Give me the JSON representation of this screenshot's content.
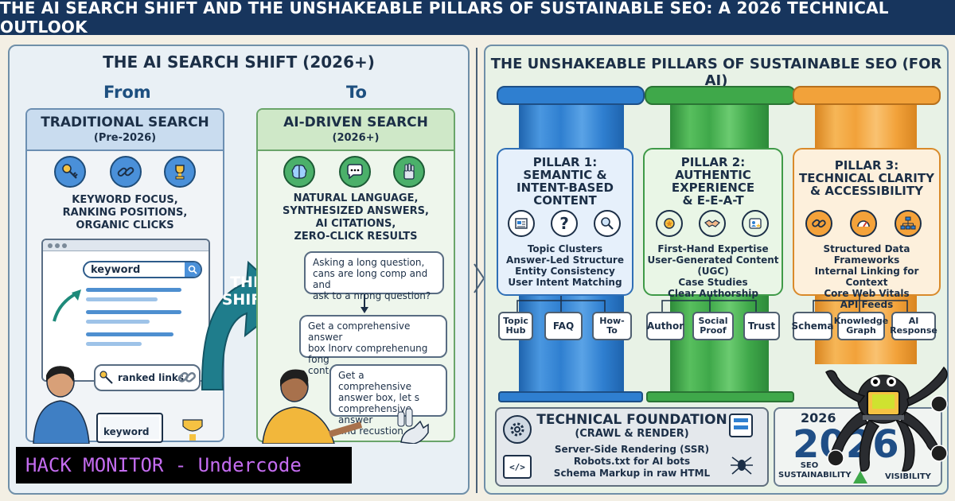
{
  "title": "THE AI SEARCH SHIFT AND THE UNSHAKEABLE PILLARS OF SUSTAINABLE SEO: A 2026 TECHNICAL OUTLOOK",
  "left": {
    "title": "THE AI SEARCH SHIFT (2026+)",
    "from_label": "From",
    "to_label": "To",
    "traditional": {
      "title": "TRADITIONAL SEARCH",
      "subtitle": "(Pre-2026)",
      "lines": [
        "KEYWORD FOCUS,",
        "RANKING POSITIONS,",
        "ORGANIC CLICKS"
      ],
      "search_text": "keyword",
      "ranked_links": "ranked links",
      "laptop_text": "keyword",
      "icons": [
        "key-icon",
        "link-icon",
        "trophy-icon"
      ]
    },
    "shift": [
      "THE",
      "SHIFT"
    ],
    "ai": {
      "title": "AI-DRIVEN SEARCH",
      "subtitle": "(2026+)",
      "lines": [
        "NATURAL LANGUAGE,",
        "SYNTHESIZED ANSWERS,",
        "AI CITATIONS,",
        "ZERO-CLICK RESULTS"
      ],
      "bubbles": [
        [
          "Asking a long question,",
          "cans are long comp and and",
          "ask to a nrong question?"
        ],
        [
          "Get a comprehensive answer",
          "box lnorv comprehenung fong",
          "content in your answer."
        ],
        [
          "Get a comprehensive",
          "answer box, let s",
          "comprehensive answer",
          "and recustion."
        ]
      ],
      "icons": [
        "brain-icon",
        "chat-icon",
        "robot-hand-icon"
      ]
    }
  },
  "right": {
    "title": "THE UNSHAKEABLE PILLARS OF SUSTAINABLE SEO (FOR AI)",
    "pillars": [
      {
        "title": [
          "PILLAR 1:",
          "SEMANTIC &",
          "INTENT-BASED",
          "CONTENT"
        ],
        "items": [
          "Topic Clusters",
          "Answer-Led Structure",
          "Entity Consistency",
          "User Intent Matching"
        ],
        "tags": [
          [
            "Topic",
            "Hub"
          ],
          [
            "FAQ"
          ],
          [
            "How-",
            "To"
          ]
        ],
        "color": "#2f7fd0",
        "bg": "#e6f0fb"
      },
      {
        "title": [
          "PILLAR 2:",
          "AUTHENTIC",
          "EXPERIENCE",
          "& E-E-A-T"
        ],
        "items": [
          "First-Hand Expertise",
          "User-Generated Content (UGC)",
          "Case Studies",
          "Clear Authorship"
        ],
        "tags": [
          [
            "Author"
          ],
          [
            "Social",
            "Proof"
          ],
          [
            "Trust"
          ]
        ],
        "color": "#3fa84a",
        "bg": "#e9f6e6"
      },
      {
        "title": [
          "PILLAR 3:",
          "TECHNICAL CLARITY",
          "& ACCESSIBILITY"
        ],
        "items": [
          "Structured Data Frameworks",
          "Internal Linking for Context",
          "Core Web Vitals",
          "API Feeds"
        ],
        "tags": [
          [
            "Schema"
          ],
          [
            "Knowledge",
            "Graph"
          ],
          [
            "AI",
            "Response"
          ]
        ],
        "color": "#f2a23a",
        "bg": "#fdf0dc"
      }
    ],
    "foundation": {
      "title": "TECHNICAL FOUNDATION",
      "subtitle": "(CRAWL & RENDER)",
      "lines": [
        "Server-Side Rendering (SSR)",
        "Robots.txt for AI bots",
        "Schema Markup in raw HTML"
      ]
    },
    "badge": {
      "year_small": "2026",
      "year_big": "2026",
      "left_label": [
        "SEO",
        "SUSTAINABILITY"
      ],
      "right_label": "VISIBILITY"
    }
  },
  "watermark": "HACK MONITOR - Undercode"
}
